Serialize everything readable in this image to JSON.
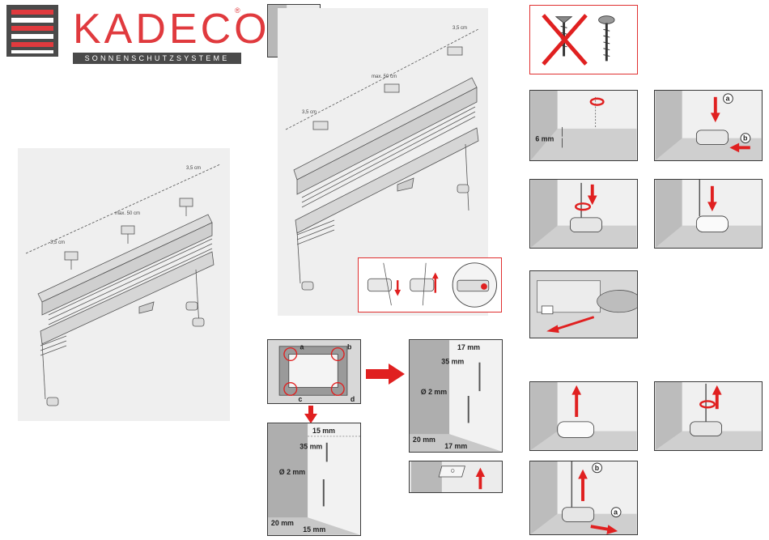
{
  "brand": {
    "name": "KADECO",
    "registered": "®",
    "tagline": "SONNENSCHUTZSYSTEME",
    "colors": {
      "red": "#e03a3e",
      "dark": "#4a4a4a",
      "arrow": "#e02020"
    }
  },
  "dimensions": {
    "edge_offset": "3,5 cm",
    "max_spacing": "max. 50 cm",
    "clip_height": "6 mm",
    "drill_diameter": "Ø 2 mm",
    "vertical_35": "35 mm",
    "vertical_15": "15 mm",
    "vertical_17": "17 mm",
    "offset_20": "20 mm",
    "bottom_15": "15 mm",
    "bottom_17": "17 mm"
  },
  "corner_marks": [
    "a",
    "b",
    "c",
    "d"
  ],
  "step_marks": {
    "a": "a",
    "b": "b"
  },
  "icons": [
    "screw-crossed-icon",
    "screw-ok-icon",
    "arrow-up-icon",
    "arrow-down-icon",
    "rotate-icon"
  ]
}
